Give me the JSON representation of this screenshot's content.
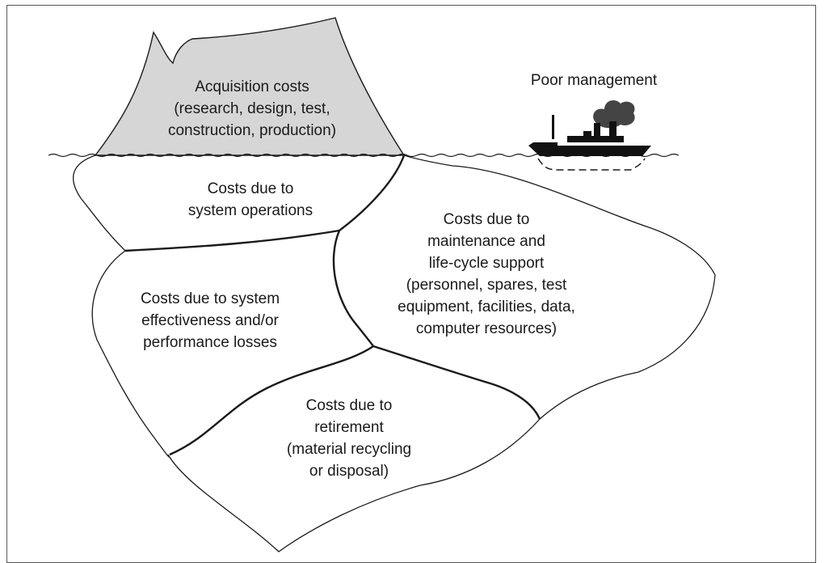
{
  "labels": {
    "acquisition": [
      "Acquisition costs",
      "(research, design, test,",
      "construction, production)"
    ],
    "poor_management": "Poor management",
    "operations": [
      "Costs due to",
      "system operations"
    ],
    "maintenance": [
      "Costs due to",
      "maintenance and",
      "life-cycle support",
      "(personnel, spares, test",
      "equipment, facilities, data,",
      "computer resources)"
    ],
    "effectiveness": [
      "Costs due to system",
      "effectiveness and/or",
      "performance losses"
    ],
    "retirement": [
      "Costs due to",
      "retirement",
      "(material recycling",
      "or disposal)"
    ]
  },
  "colors": {
    "tip_fill": "#d6d6d6",
    "outline": "#1a1a1a",
    "ship": "#111111",
    "smoke": "#444444"
  }
}
